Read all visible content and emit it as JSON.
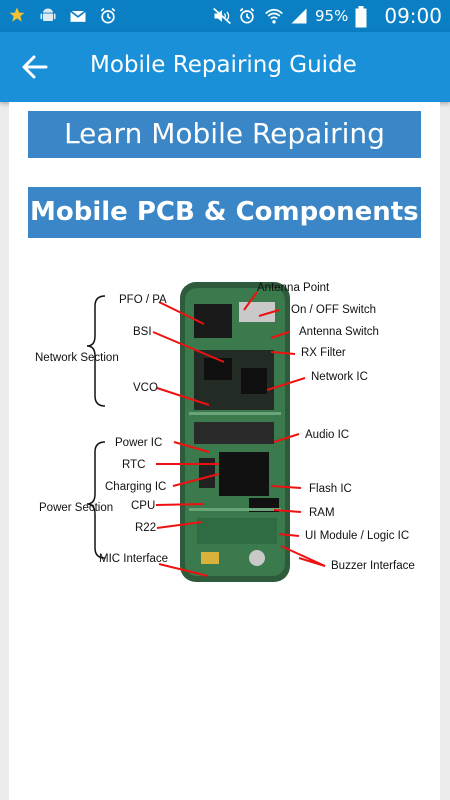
{
  "statusbar": {
    "battery_percent": "95%",
    "time": "09:00",
    "icons": [
      "star-icon",
      "android-icon",
      "mail-icon",
      "alarm-icon",
      "mute-icon",
      "alarm-icon",
      "wifi-icon",
      "signal-icon",
      "battery-icon"
    ]
  },
  "appbar": {
    "title": "Mobile Repairing Guide",
    "back_icon": "arrow-left-icon"
  },
  "content": {
    "banner1": "Learn Mobile Repairing",
    "banner2": "Mobile PCB & Components"
  },
  "diagram": {
    "sections": [
      "Network Section",
      "Power Section"
    ],
    "left_labels": [
      "PFO / PA",
      "BSI",
      "VCO",
      "Power IC",
      "RTC",
      "Charging IC",
      "CPU",
      "R22",
      "MIC Interface"
    ],
    "right_labels": [
      "Antenna Point",
      "On / OFF Switch",
      "Antenna Switch",
      "RX Filter",
      "Network IC",
      "Audio IC",
      "Flash IC",
      "RAM",
      "UI Module / Logic IC",
      "Buzzer Interface"
    ]
  }
}
